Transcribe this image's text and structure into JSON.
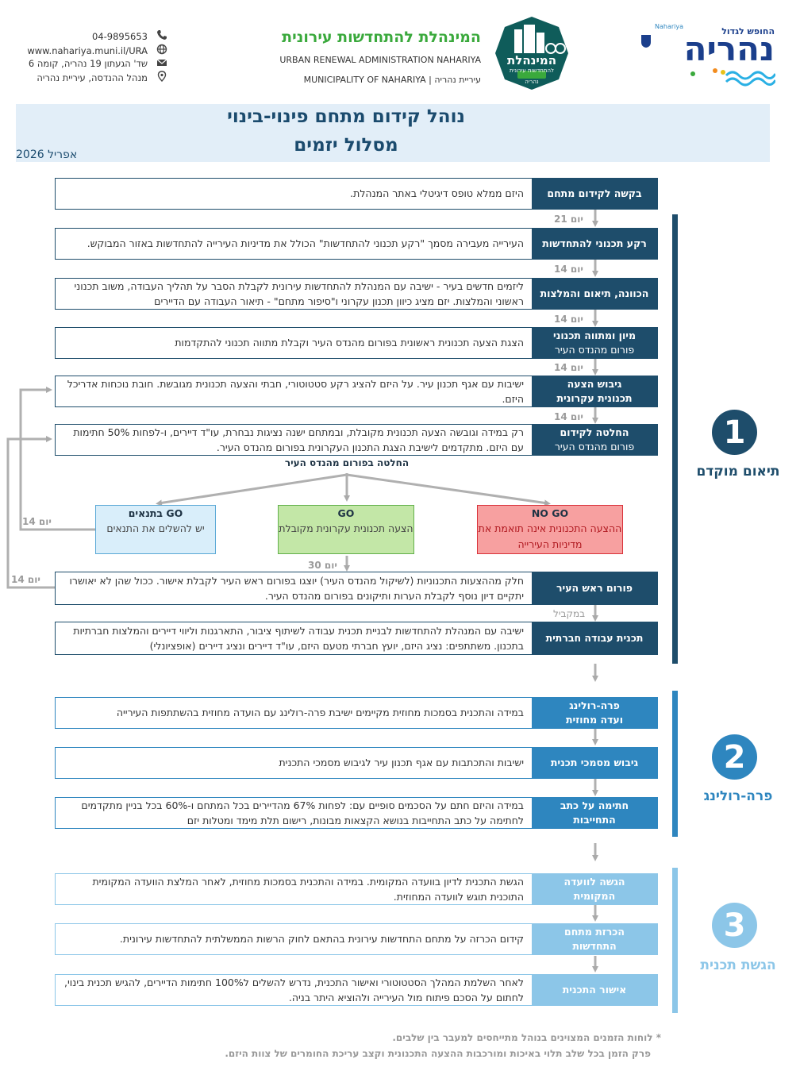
{
  "header": {
    "contact": {
      "phone": "04-9895653",
      "web": "www.nahariya.muni.il/URA",
      "address": "שד' הגעתון 19 נהריה, קומה 6",
      "dept": "מנהל ההנדסה, עיריית נהריה"
    },
    "admin_title_he": "המינהלת להתחדשות עירונית",
    "admin_title_en": "URBAN RENEWAL ADMINISTRATION NAHARIYA",
    "admin_muni": "MUNICIPALITY OF NAHARIYA | עיריית נהריה",
    "logo_admin": {
      "line1": "המינהלת",
      "line2": "להתחדשות עירונית",
      "line3": "נהריה"
    },
    "logo_city": {
      "slogan": "החופש לגדול",
      "name": "נהריה",
      "latin": "Nahariya"
    }
  },
  "banner": {
    "title": "נוהל קידום מתחם פינוי-בינוי",
    "subtitle": "מסלול יזמים",
    "date": "אפריל 2026"
  },
  "colors": {
    "stage1": "#1e4d6b",
    "stage2": "#2e86bf",
    "stage3": "#8cc6e8",
    "go_conditional": "#d9eefa",
    "go": "#c3e7a7",
    "no_go": "#f7a0a0"
  },
  "stages": [
    {
      "number": "1",
      "label": "תיאום מוקדם"
    },
    {
      "number": "2",
      "label": "פרה-רולינג"
    },
    {
      "number": "3",
      "label": "הגשת תכנית"
    }
  ],
  "steps": [
    {
      "label": "בקשה לקידום מתחם",
      "desc": "היזם ממלא טופס דיגיטלי באתר המנהלת."
    },
    {
      "label": "רקע תכנוני להתחדשות",
      "desc": "העירייה מעבירה מסמך \"רקע תכנוני להתחדשות\" הכולל את מדיניות העירייה להתחדשות באזור המבוקש."
    },
    {
      "label": "הכוונה, תיאום והמלצות",
      "desc": "ליזמים חדשים בעיר - ישיבה עם המנהלת להתחדשות עירונית לקבלת הסבר על תהליך העבודה, משוב תכנוני ראשוני והמלצות. יזם מציג כיוון תכנון עקרוני ו\"סיפור מתחם\" - תיאור העבודה עם הדיירים"
    },
    {
      "label": "מיון ומתווה תכנוני",
      "sublabel": "פורום מהנדס העיר",
      "desc": "הצגת הצעה תכנונית ראשונית בפורום מהנדס העיר וקבלת מתווה תכנוני להתקדמות"
    },
    {
      "label": "גיבוש הצעה",
      "sublabel": "תכנונית עקרונית",
      "desc": "ישיבות עם אגף תכנון עיר. על היזם להציג רקע סטטוטורי, חבתי והצעה תכנונית מגובשת. חובת נוכחות אדריכל היזם."
    },
    {
      "label": "החלטה לקידום",
      "sublabel": "פורום מהנדס העיר",
      "desc": "רק במידה וגובשה הצעה תכנונית מקובלת, ובמתחם ישנה נציגות נבחרת, עו\"ד דיירים, ו-לפחות 50% חתימות עם היזם. מתקדמים לישיבת הצגת התכנון העקרונית בפורום מהנדס העיר."
    },
    {
      "label": "פורום ראש העיר",
      "desc": "חלק מההצעות התכנוניות (לשיקול מהנדס העיר) יוצגו בפורום ראש העיר לקבלת אישור. ככול שהן לא יאושרו יתקיים דיון נוסף לקבלת הערות ותיקונים בפורום מהנדס העיר."
    },
    {
      "label": "תכנית עבודה חברתית",
      "desc": "ישיבה עם המנהלת להתחדשות לבניית תכנית עבודה לשיתוף ציבור, התארגנות וליווי דיירים והמלצות חברתיות בתכנון. משתתפים: נציג היזם, יועץ חברתי מטעם היזם, עו\"ד דיירים ונציג דיירים (אופציונלי)"
    },
    {
      "label": "פרה-רולינג",
      "sublabel": "ועדה מחוזית",
      "desc": "במידה והתכנית בסמכות מחוזית מקיימים ישיבת פרה-רולינג עם הועדה מחוזית בהשתתפות העירייה"
    },
    {
      "label": "גיבוש מסמכי תכנית",
      "desc": "ישיבות והתכתבות עם אגף תכנון עיר לגיבוש מסמכי התכנית"
    },
    {
      "label": "חתימה על כתב",
      "sublabel": "התחייבות",
      "desc": "במידה והיזם חתם על הסכמים סופיים עם: לפחות 67% מהדיירים בכל המתחם ו-60% בכל בניין מתקדמים לחתימה על כתב התחייבות בנושא הקצאות מבונות, רישום תלת מימד ומטלות יזם"
    },
    {
      "label": "הגשה לוועדה",
      "sublabel": "המקומית",
      "desc": "הגשת התכנית לדיון בוועדה המקומית. במידה והתכנית בסמכות מחוזית, לאחר המלצת הוועדה המקומית התוכנית תוגש לוועדה המחוזית."
    },
    {
      "label": "הכרזת מתחם",
      "sublabel": "התחדשות",
      "desc": "קידום הכרזה על מתחם התחדשות עירונית בהתאם לחוק הרשות הממשלתית להתחדשות עירונית."
    },
    {
      "label": "אישור התכנית",
      "desc": "לאחר השלמת המהלך הסטטוטורי ואישור התכנית, נדרש להשלים ל100% חתימות הדיירים, להגיש תכנית בינוי, לחתום על הסכם פיתוח מול העירייה ולהוציא היתר בניה."
    }
  ],
  "gaps": {
    "g1": "21 יום",
    "g2": "14 יום",
    "g3": "14 יום",
    "g4": "14 יום",
    "g5": "14 יום",
    "g_go": "30 יום",
    "g_parallel": "במקביל",
    "g_loop_cond": "14 יום",
    "g_loop_mayor": "14 יום"
  },
  "decision": {
    "title": "החלטה בפורום מהנדס העיר",
    "go_conditional": {
      "title": "GO בתנאים",
      "desc": "יש להשלים את התנאים"
    },
    "go": {
      "title": "GO",
      "desc": "הצעה תכנונית עקרונית מקובלת"
    },
    "no_go": {
      "title": "NO GO",
      "desc": "ההצעה התכנונית אינה תואמת את מדיניות העירייה"
    }
  },
  "notes": {
    "n1": "* לוחות הזמנים המצוינים בנוהל מתייחסים למעבר בין שלבים.",
    "n2": "פרק הזמן בכל שלב תלוי באיכות ומורכבות ההצעה התכנונית וקצב עריכת החומרים של צוות היזם."
  }
}
